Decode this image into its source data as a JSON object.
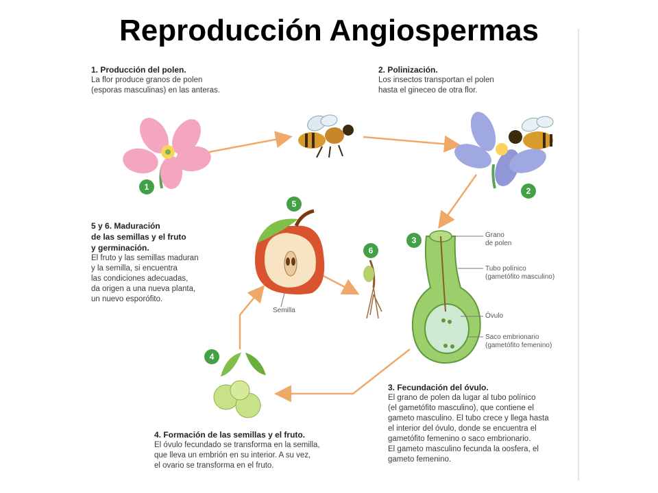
{
  "title": "Reproducción Angiospermas",
  "steps": {
    "s1": {
      "heading": "1. Producción del polen.",
      "lines": [
        "La flor produce granos de polen",
        "(esporas masculinas) en las anteras."
      ],
      "badge": "1"
    },
    "s2": {
      "heading": "2. Polinización.",
      "lines": [
        "Los insectos transportan el polen",
        "hasta el gineceo de otra flor."
      ],
      "badge": "2"
    },
    "s3": {
      "heading": "3. Fecundación del óvulo.",
      "lines": [
        "El grano de polen da lugar al tubo polínico",
        "(el gametófito masculino), que contiene el",
        "gameto masculino. El tubo crece y llega hasta",
        "el interior del óvulo, donde se encuentra el",
        "gametófito femenino o saco embrionario.",
        "El gameto masculino fecunda la oosfera, el",
        "gameto femenino."
      ],
      "badge": "3"
    },
    "s4": {
      "heading": "4. Formación de las semillas y el fruto.",
      "lines": [
        "El óvulo fecundado se transforma en la semilla,",
        "que lleva un embrión en su interior. A su vez,",
        "el ovario se transforma en el fruto."
      ],
      "badge": "4"
    },
    "s56": {
      "heading_lines": [
        "5 y 6. Maduración",
        "de las semillas y el fruto",
        "y germinación."
      ],
      "lines": [
        "El fruto y las semillas maduran",
        "y la semilla, si encuentra",
        "las condiciones adecuadas,",
        "da origen a una nueva planta,",
        "un nuevo esporófito."
      ],
      "badge5": "5",
      "badge6": "6"
    }
  },
  "labels": {
    "grano": [
      "Grano",
      "de polen"
    ],
    "tubo": [
      "Tubo polínico",
      "(gametófito masculino)"
    ],
    "ovulo": "Óvulo",
    "saco": [
      "Saco embrionario",
      "(gametófito femenino)"
    ],
    "semilla": "Semilla"
  },
  "colors": {
    "arrow": "#f0a868",
    "badge": "#43a047",
    "pink_petal": "#f4a6c0",
    "blue_petal": "#9fa8e0",
    "pistil_green": "#9ccf6b",
    "fruit_green": "#c8e28a",
    "apple_red": "#d9542e"
  }
}
